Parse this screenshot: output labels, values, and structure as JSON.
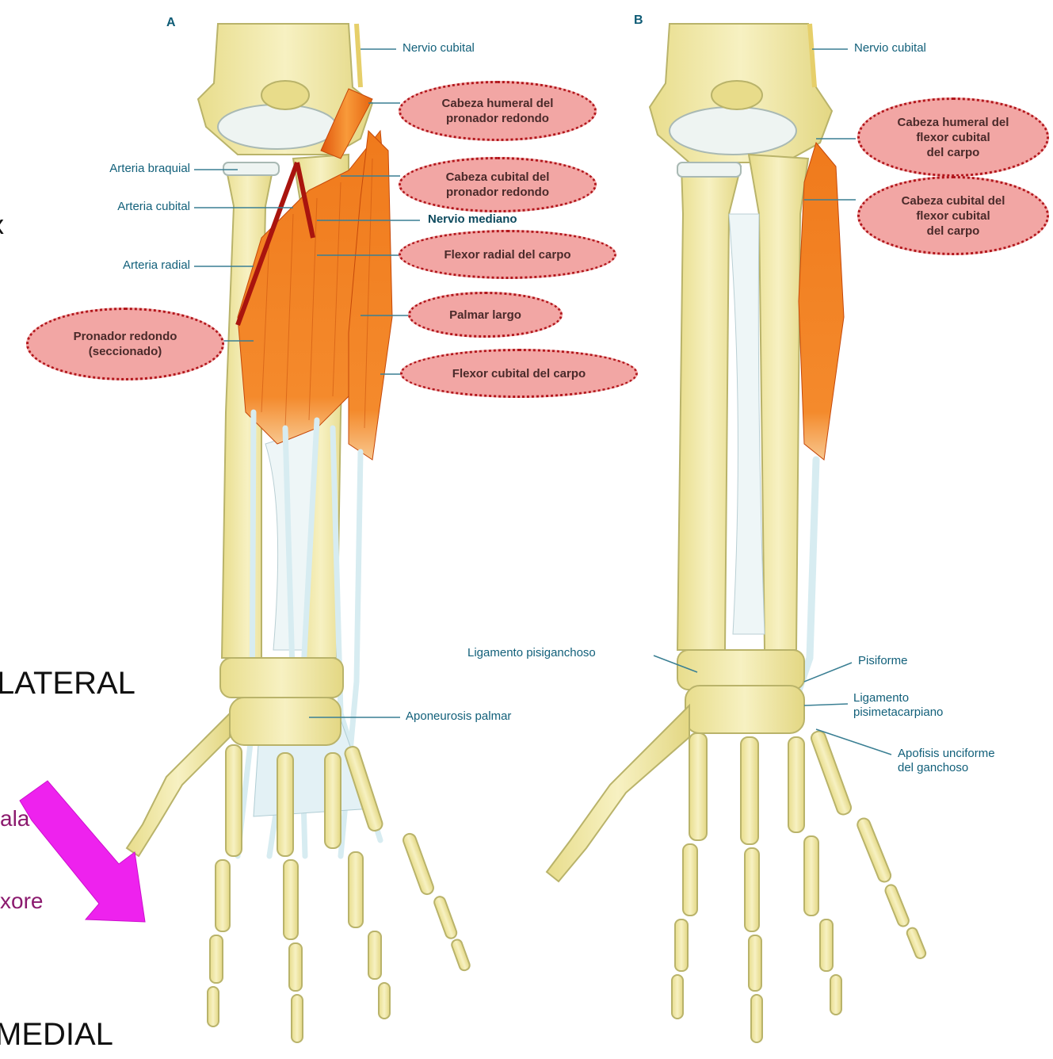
{
  "panels": {
    "a": "A",
    "b": "B"
  },
  "left_text": {
    "cut_x": "x",
    "lateral": "LATERAL",
    "medial": "MEDIAL",
    "frag1": "ala",
    "frag2": "xore"
  },
  "labels_a": {
    "nervio_cubital": "Nervio cubital",
    "arteria_braquial": "Arteria braquial",
    "arteria_cubital": "Arteria cubital",
    "nervio_mediano": "Nervio mediano",
    "arteria_radial": "Arteria radial",
    "aponeurosis_palmar": "Aponeurosis palmar"
  },
  "ovals_a": {
    "cabeza_humeral": "Cabeza humeral del\npronador redondo",
    "cabeza_cubital": "Cabeza cubital del\npronador redondo",
    "flexor_radial": "Flexor radial del carpo",
    "palmar_largo": "Palmar largo",
    "pronador_seccionado": "Pronador redondo\n(seccionado)",
    "flexor_cubital": "Flexor cubital del carpo"
  },
  "labels_b": {
    "nervio_cubital": "Nervio cubital",
    "ligamento_pisiganchoso": "Ligamento pisiganchoso",
    "pisiforme": "Pisiforme",
    "ligamento_pisimetacarpiano": "Ligamento\npisimetacarpiano",
    "apofisis_unciforme": "Apofisis unciforme\ndel ganchoso"
  },
  "ovals_b": {
    "cabeza_humeral_fcc": "Cabeza humeral del\nflexor cubital\ndel carpo",
    "cabeza_cubital_fcc": "Cabeza cubital del\nflexor cubital\ndel carpo"
  },
  "colors": {
    "bone": "#f1e9a6",
    "bone_outline": "#b9b36a",
    "muscle": "#f07a1c",
    "tendon": "#e6f3f6",
    "oval_fill": "#f2a6a4",
    "oval_dots": "#b2161c",
    "arrow": "#ee22ee",
    "leader": "#12607a"
  }
}
